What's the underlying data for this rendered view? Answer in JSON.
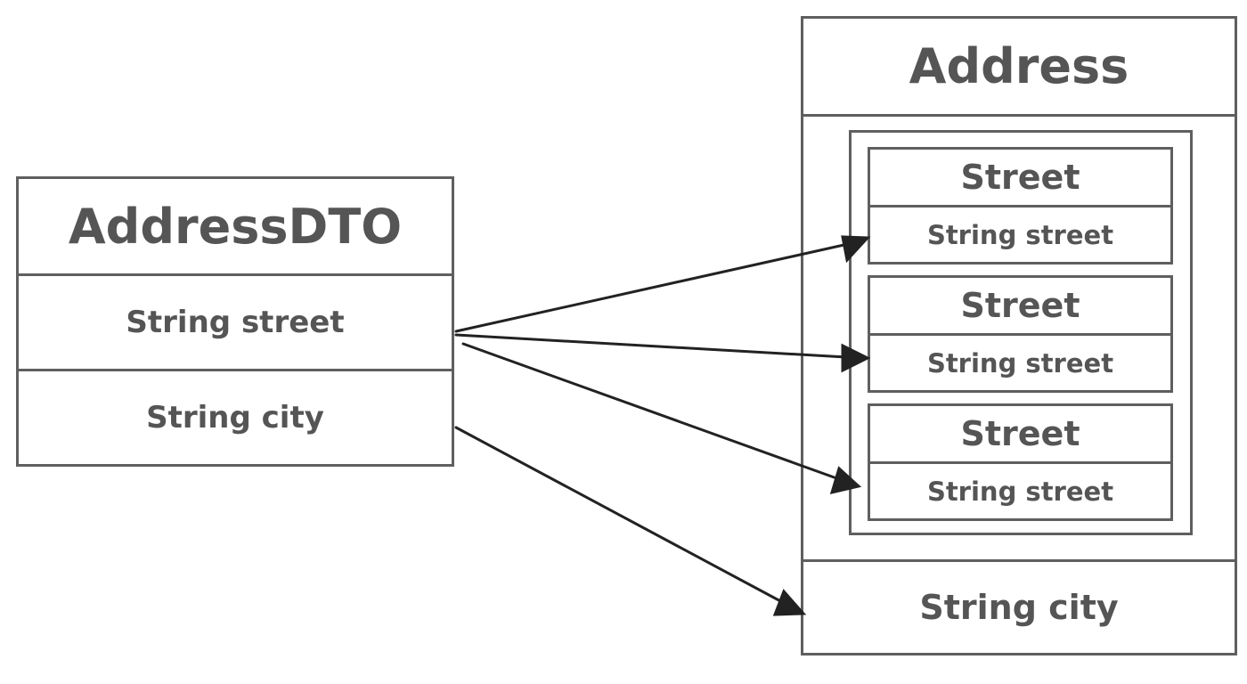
{
  "source": {
    "title": "AddressDTO",
    "fields": [
      "String street",
      "String city"
    ]
  },
  "target": {
    "title": "Address",
    "streets": [
      {
        "title": "Street",
        "field": "String street"
      },
      {
        "title": "Street",
        "field": "String street"
      },
      {
        "title": "Street",
        "field": "String street"
      }
    ],
    "city_field": "String city"
  },
  "colors": {
    "stroke": "#5f5f5f",
    "text": "#555555",
    "arrow": "#222222"
  }
}
